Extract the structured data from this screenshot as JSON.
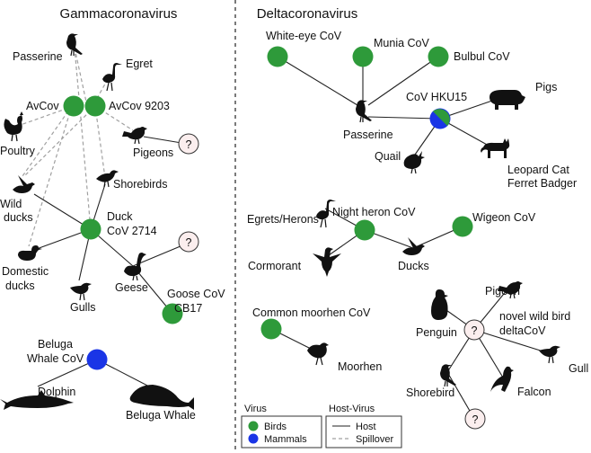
{
  "colors": {
    "birds": "#2e9a3a",
    "mammals": "#1a35e6",
    "unknown_fill": "#fbeeee",
    "divider": "#333333"
  },
  "gamma": {
    "title": "Gammacoronavirus",
    "avcov": "AvCov",
    "avcov9203": "AvCov 9203",
    "passerine": "Passerine",
    "egret": "Egret",
    "poultry": "Poultry",
    "pigeons": "Pigeons",
    "wild_ducks": [
      "Wild",
      "ducks"
    ],
    "shorebirds": "Shorebirds",
    "duck_cov": [
      "Duck",
      "CoV 2714"
    ],
    "domestic_ducks": [
      "Domestic",
      "ducks"
    ],
    "geese": "Geese",
    "gulls": "Gulls",
    "goose_cov": [
      "Goose CoV",
      "CB17"
    ],
    "beluga_cov": [
      "Beluga",
      "Whale CoV"
    ],
    "dolphin": "Dolphin",
    "beluga_whale": "Beluga Whale",
    "unknown": "?"
  },
  "delta": {
    "title": "Deltacoronavirus",
    "white_eye": "White-eye CoV",
    "munia": "Munia CoV",
    "bulbul": "Bulbul CoV",
    "hku15": "CoV HKU15",
    "pigs": "Pigs",
    "passerine": "Passerine",
    "quail": "Quail",
    "leopard_cat": [
      "Leopard Cat",
      "Ferret Badger"
    ],
    "egrets_herons": "Egrets/Herons",
    "night_heron": "Night heron CoV",
    "wigeon": "Wigeon CoV",
    "cormorant": "Cormorant",
    "ducks": "Ducks",
    "moorhen_cov": "Common moorhen CoV",
    "moorhen": "Moorhen",
    "pigeon": "Pigeon",
    "penguin": "Penguin",
    "novel": [
      "novel wild bird",
      "deltaCoV"
    ],
    "gull": "Gull",
    "shorebird": "Shorebird",
    "falcon": "Falcon",
    "unknown": "?"
  },
  "legend": {
    "virus_title": "Virus",
    "birds": "Birds",
    "mammals": "Mammals",
    "hv_title": "Host-Virus",
    "host": "Host",
    "spillover": "Spillover"
  }
}
